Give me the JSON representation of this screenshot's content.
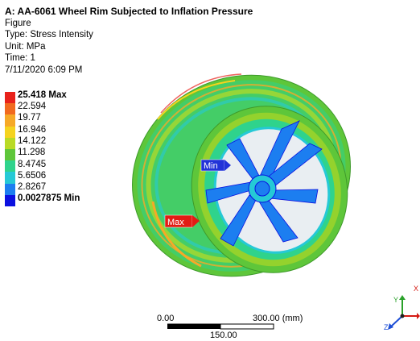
{
  "header": {
    "title": "A: AA-6061 Wheel Rim Subjected to Inflation Pressure",
    "line1": "Figure",
    "line2": "Type: Stress Intensity",
    "line3": "Unit: MPa",
    "line4": "Time: 1",
    "line5": "7/11/2020 6:09 PM"
  },
  "legend": {
    "entries": [
      {
        "label": "25.418 Max",
        "color": "#e8221b"
      },
      {
        "label": "22.594",
        "color": "#f16a1f"
      },
      {
        "label": "19.77",
        "color": "#f6a927"
      },
      {
        "label": "16.946",
        "color": "#f5d31f"
      },
      {
        "label": "14.122",
        "color": "#b9da25"
      },
      {
        "label": "11.298",
        "color": "#5ec63a"
      },
      {
        "label": "8.4745",
        "color": "#2fd38c"
      },
      {
        "label": "5.6506",
        "color": "#25c9d6"
      },
      {
        "label": "2.8267",
        "color": "#1c7ef0"
      },
      {
        "label": "0.0027875 Min",
        "color": "#0b10e0"
      }
    ]
  },
  "probes": {
    "max_label": "Max",
    "min_label": "Min",
    "max_color": "#e21b14",
    "min_color": "#2233d8"
  },
  "scalebar": {
    "left_label": "0.00",
    "right_label": "300.00 (mm)",
    "mid_label": "150.00"
  },
  "triad": {
    "x_label": "X",
    "y_label": "Y",
    "z_label": "Z"
  }
}
